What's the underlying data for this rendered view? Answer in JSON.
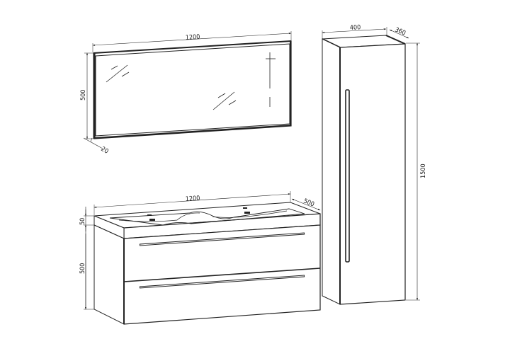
{
  "drawing": {
    "mirror": {
      "width_label": "1200",
      "height_label": "500",
      "depth_label": "20"
    },
    "vanity": {
      "width_label": "1200",
      "depth_label": "500",
      "basin_height_label": "50",
      "cabinet_height_label": "500",
      "drawers": 2
    },
    "tall_cabinet": {
      "width_label": "400",
      "depth_label": "360",
      "height_label": "1500"
    }
  }
}
